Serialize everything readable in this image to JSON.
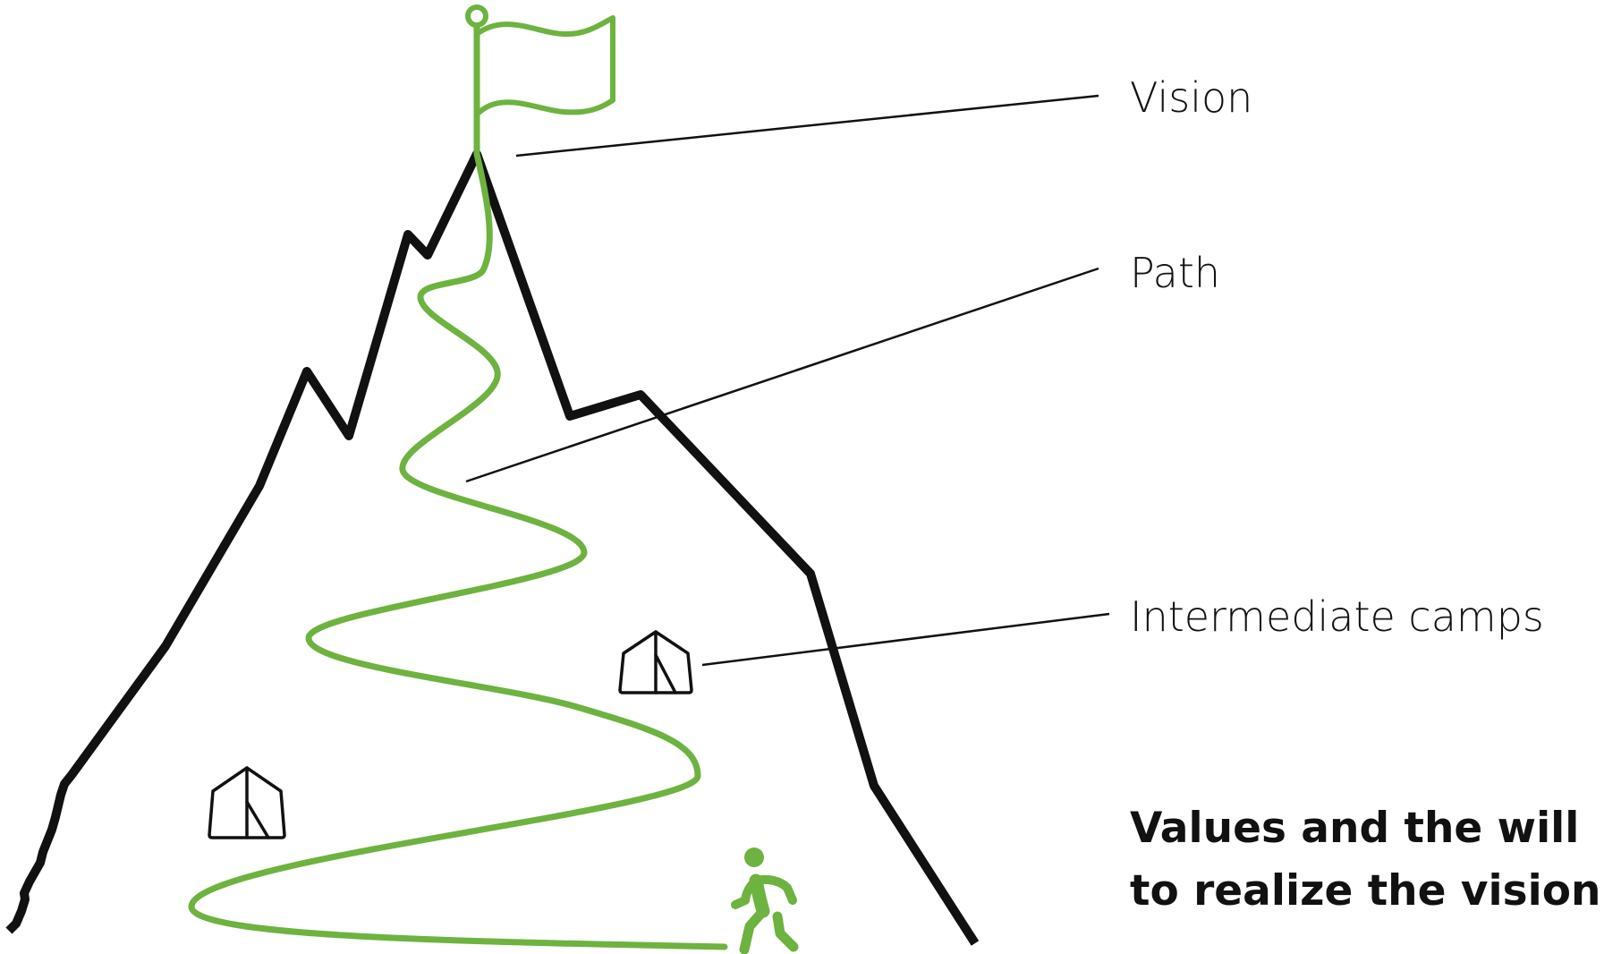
{
  "labels": {
    "vision": "Vision",
    "path": "Path",
    "camps": "Intermediate camps"
  },
  "motto": {
    "line1": "Values and the will",
    "line2": "to realize the vision!"
  },
  "icons": {
    "summit_flag": "flag-icon",
    "camp": "tent-icon",
    "climber": "hiker-icon"
  },
  "colors": {
    "mountain": "#111111",
    "accent": "#6db33f",
    "text": "#111111"
  }
}
